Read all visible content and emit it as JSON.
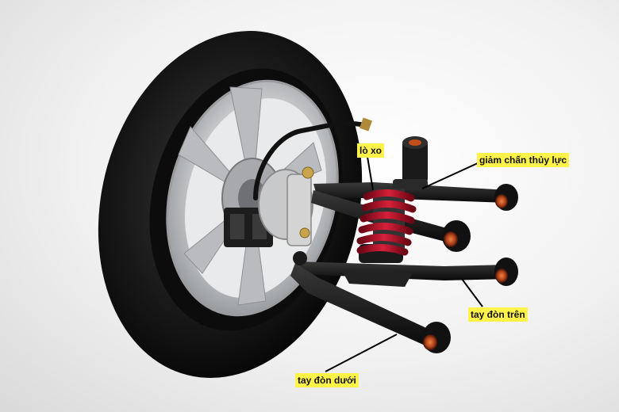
{
  "labels": {
    "spring": "lò xo",
    "shock_absorber": "giảm chấn thủy lực",
    "upper_arm": "tay đòn trên",
    "lower_arm": "tay đòn dưới"
  },
  "colors": {
    "label_bg": "#fff34a",
    "tire": "#1a1a1a",
    "rim": "#c8cacc",
    "spring": "#b0102a",
    "arm": "#151515",
    "bushing": "#c0501a"
  }
}
